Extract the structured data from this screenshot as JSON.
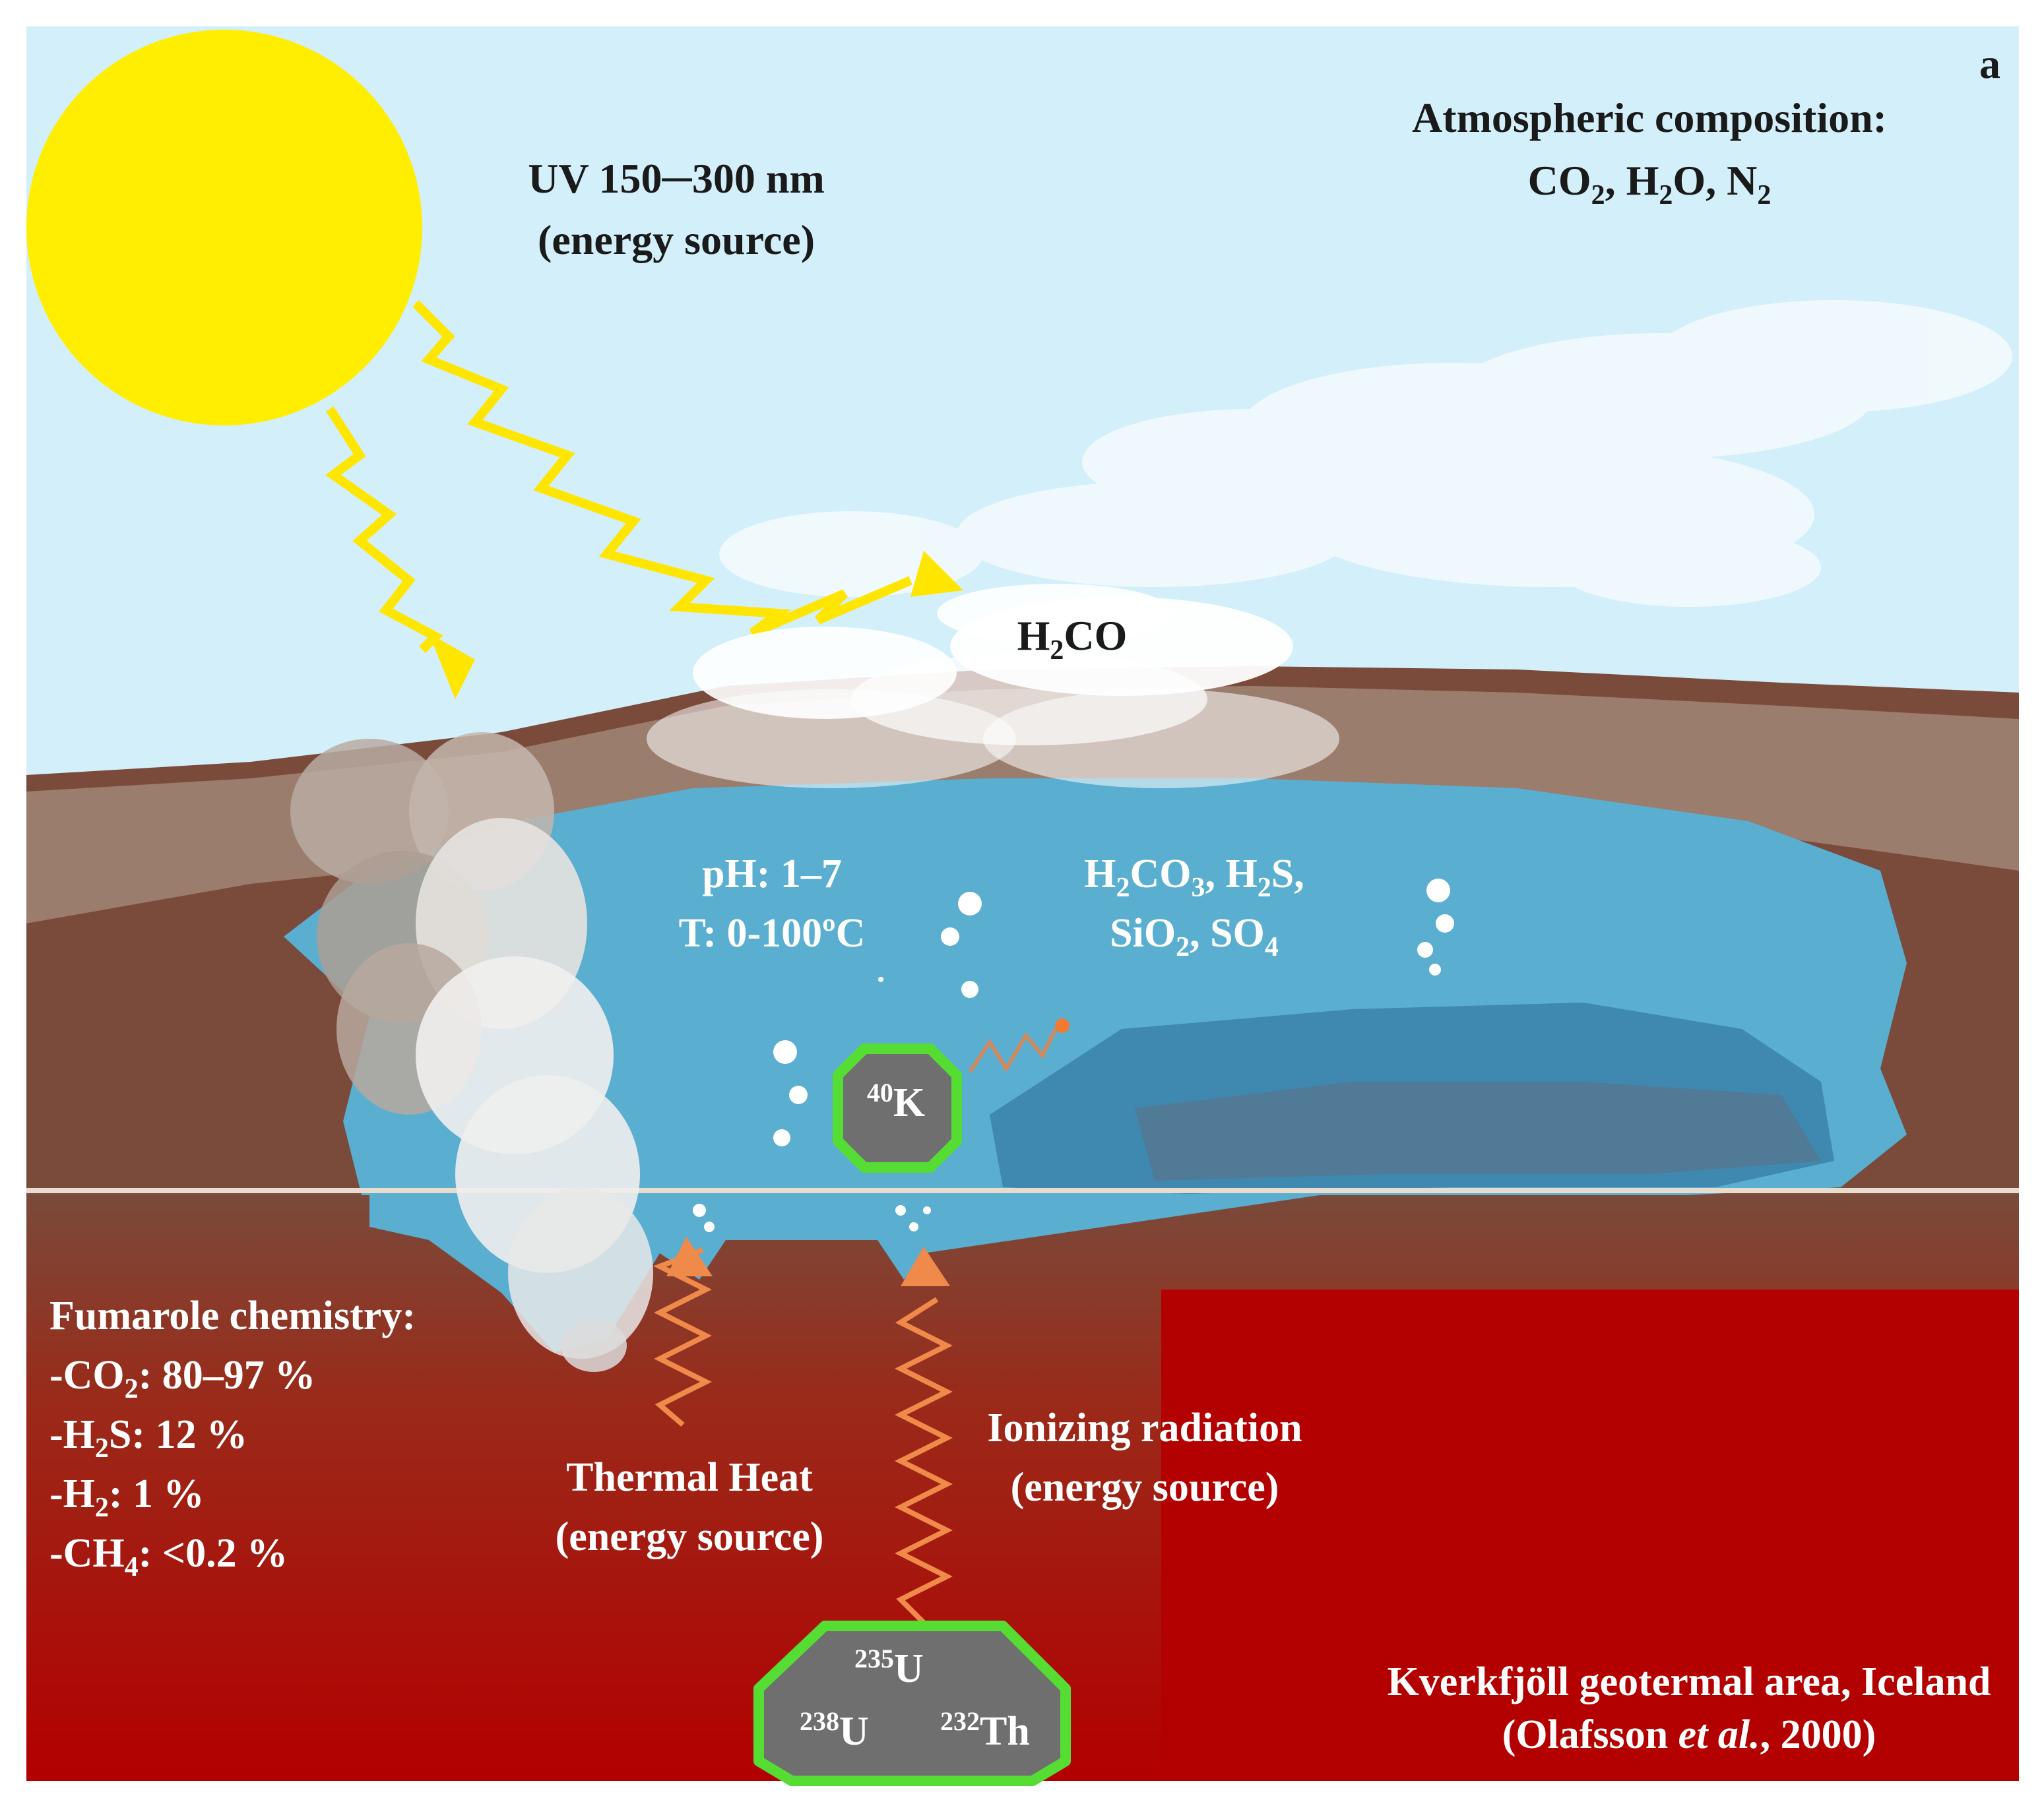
{
  "panel_letter": "a",
  "uv": {
    "line1": "UV 150─300 nm",
    "line2": "(energy source)"
  },
  "atmosphere": {
    "heading": "Atmospheric  composition:",
    "gases": [
      "CO",
      "2",
      ", H",
      "2",
      "O, N",
      "2"
    ]
  },
  "cloud_molecule": [
    "H",
    "2",
    "CO"
  ],
  "pool_conditions": {
    "ph": "pH: 1–7",
    "temp": "T: 0-100ºC"
  },
  "pool_species": {
    "line1": [
      "H",
      "2",
      "CO",
      "3",
      ", H",
      "2",
      "S,"
    ],
    "line2": [
      "SiO",
      "2",
      ", SO",
      "4"
    ]
  },
  "potassium": {
    "mass": "40",
    "symbol": "K"
  },
  "fumarole": {
    "heading": "Fumarole  chemistry:",
    "items": [
      [
        "-CO",
        "2",
        ": 80–97 %"
      ],
      [
        "-H",
        "2",
        "S: 12 %"
      ],
      [
        "-H",
        "2",
        ": 1 %"
      ],
      [
        "-CH",
        "4",
        ": <0.2 %"
      ]
    ]
  },
  "thermal": {
    "line1": "Thermal  Heat",
    "line2": "(energy  source)"
  },
  "ionizing": {
    "line1": "Ionizing  radiation",
    "line2": "(energy  source)"
  },
  "isotopes": {
    "u235": {
      "mass": "235",
      "symbol": "U"
    },
    "u238": {
      "mass": "238",
      "symbol": "U"
    },
    "th232": {
      "mass": "232",
      "symbol": "Th"
    }
  },
  "location": {
    "line1": "Kverkfjöll geotermal area, Iceland",
    "line2_pre": "(Olafsson ",
    "line2_em": "et al.",
    "line2_post": ", 2000)"
  },
  "colors": {
    "sky": "#d3effa",
    "sun": "#ffee00",
    "uv_ray": "#ffe600",
    "earth": "#7a4a3a",
    "rim": "#a08677",
    "water": "#5aaed0",
    "water_dark": "#3f88b0",
    "crust": "#b00000",
    "radiation": "#f08a4b",
    "shell": "#55dd33",
    "nucleus": "#6f6f6f"
  }
}
